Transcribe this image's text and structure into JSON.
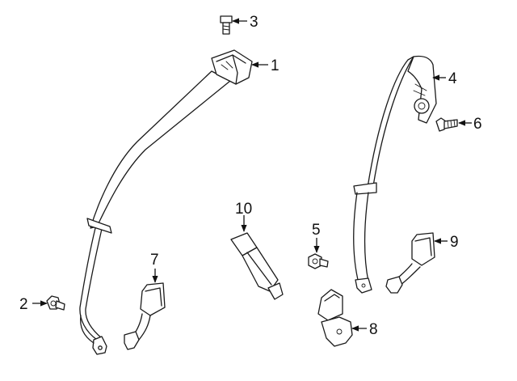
{
  "callouts": {
    "c1": "1",
    "c2": "2",
    "c3": "3",
    "c4": "4",
    "c5": "5",
    "c6": "6",
    "c7": "7",
    "c8": "8",
    "c9": "9",
    "c10": "10"
  },
  "colors": {
    "line": "#1a1a1a",
    "fill": "#ffffff"
  }
}
